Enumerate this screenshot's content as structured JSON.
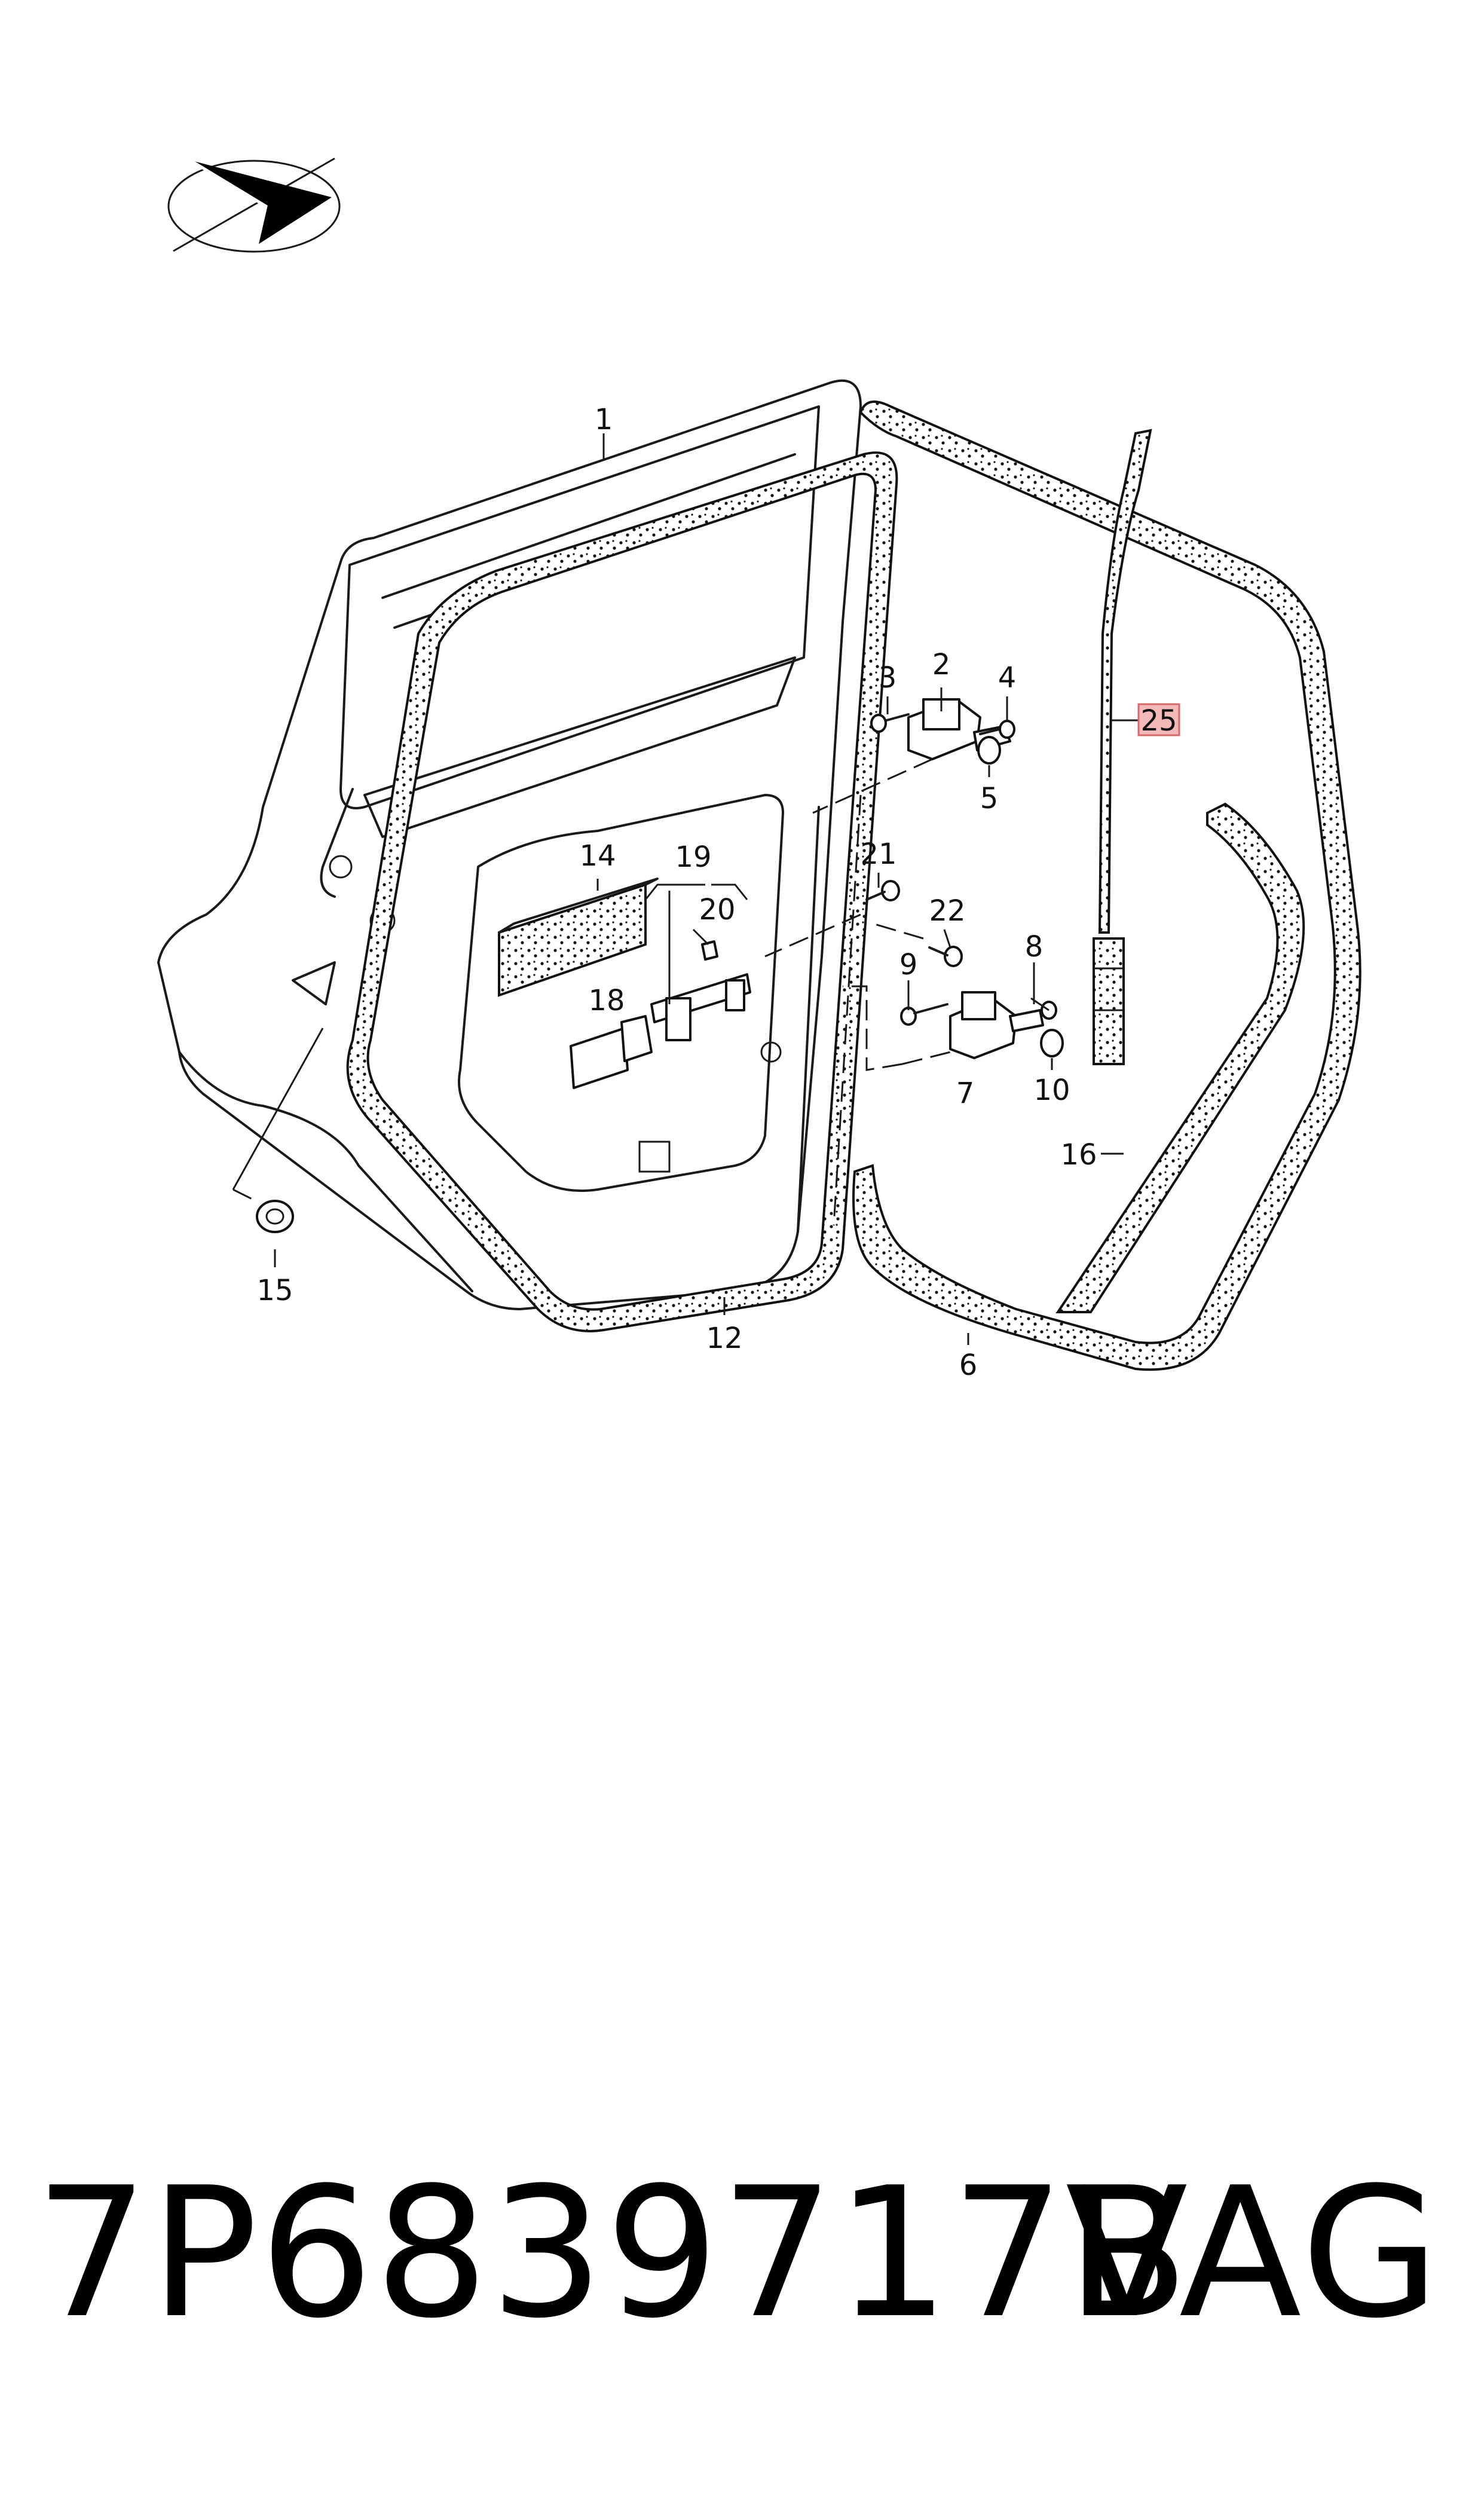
{
  "diagram": {
    "callouts": [
      {
        "id": "c1",
        "label": "1"
      },
      {
        "id": "c2",
        "label": "2"
      },
      {
        "id": "c3",
        "label": "3"
      },
      {
        "id": "c4",
        "label": "4"
      },
      {
        "id": "c5",
        "label": "5"
      },
      {
        "id": "c6",
        "label": "6"
      },
      {
        "id": "c7",
        "label": "7"
      },
      {
        "id": "c8",
        "label": "8"
      },
      {
        "id": "c9",
        "label": "9"
      },
      {
        "id": "c10",
        "label": "10"
      },
      {
        "id": "c12",
        "label": "12"
      },
      {
        "id": "c14",
        "label": "14"
      },
      {
        "id": "c15",
        "label": "15"
      },
      {
        "id": "c16",
        "label": "16"
      },
      {
        "id": "c18",
        "label": "18"
      },
      {
        "id": "c19",
        "label": "19"
      },
      {
        "id": "c20",
        "label": "20"
      },
      {
        "id": "c21",
        "label": "21"
      },
      {
        "id": "c22",
        "label": "22"
      },
      {
        "id": "c25",
        "label": "25",
        "highlighted": true
      }
    ],
    "highlight_color": "#f3b8b8"
  },
  "footer": {
    "part_number": "7P6839717B",
    "brand": "VAG"
  }
}
